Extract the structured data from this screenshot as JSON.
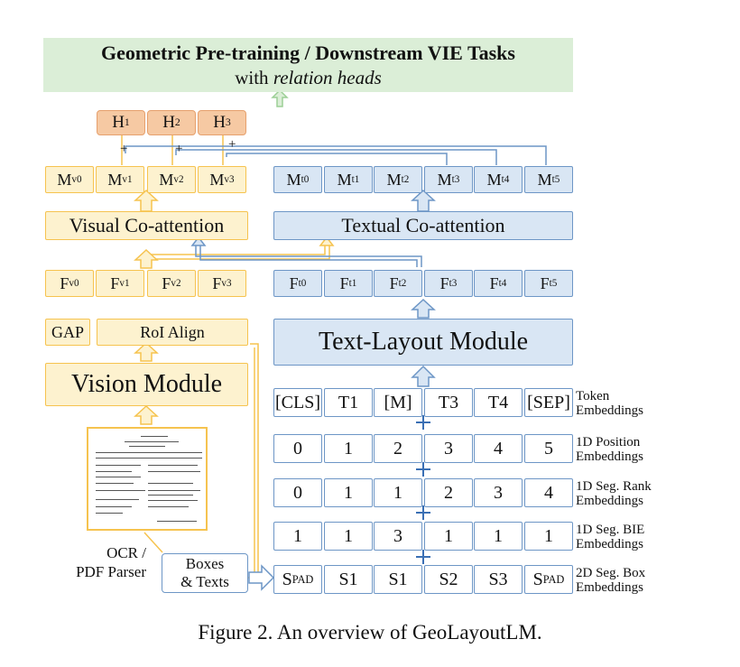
{
  "banner": {
    "title": "Geometric Pre-training / Downstream VIE Tasks",
    "subtitle_prefix": "with",
    "subtitle_italic": "relation heads"
  },
  "heads": [
    {
      "base": "H",
      "sub": "1"
    },
    {
      "base": "H",
      "sub": "2"
    },
    {
      "base": "H",
      "sub": "3"
    }
  ],
  "plus_sign": "+",
  "visual_outputs": [
    {
      "base": "M",
      "sub": "v0"
    },
    {
      "base": "M",
      "sub": "v1"
    },
    {
      "base": "M",
      "sub": "v2"
    },
    {
      "base": "M",
      "sub": "v3"
    }
  ],
  "text_outputs": [
    {
      "base": "M",
      "sub": "t0"
    },
    {
      "base": "M",
      "sub": "t1"
    },
    {
      "base": "M",
      "sub": "t2"
    },
    {
      "base": "M",
      "sub": "t3"
    },
    {
      "base": "M",
      "sub": "t4"
    },
    {
      "base": "M",
      "sub": "t5"
    }
  ],
  "visual_coattention": "Visual Co-attention",
  "textual_coattention": "Textual Co-attention",
  "visual_features": [
    {
      "base": "F",
      "sub": "v0"
    },
    {
      "base": "F",
      "sub": "v1"
    },
    {
      "base": "F",
      "sub": "v2"
    },
    {
      "base": "F",
      "sub": "v3"
    }
  ],
  "text_features": [
    {
      "base": "F",
      "sub": "t0"
    },
    {
      "base": "F",
      "sub": "t1"
    },
    {
      "base": "F",
      "sub": "t2"
    },
    {
      "base": "F",
      "sub": "t3"
    },
    {
      "base": "F",
      "sub": "t4"
    },
    {
      "base": "F",
      "sub": "t5"
    }
  ],
  "gap": "GAP",
  "roi_align": "RoI Align",
  "vision_module": "Vision Module",
  "text_layout_module": "Text-Layout Module",
  "ocr_label": "OCR /\nPDF Parser",
  "boxes_texts": "Boxes\n& Texts",
  "embedding_rows": [
    {
      "label": "Token\nEmbeddings",
      "cells": [
        {
          "base": "[CLS]",
          "sub": ""
        },
        {
          "base": "T1",
          "sub": ""
        },
        {
          "base": "[M]",
          "sub": ""
        },
        {
          "base": "T3",
          "sub": ""
        },
        {
          "base": "T4",
          "sub": ""
        },
        {
          "base": "[SEP]",
          "sub": ""
        }
      ]
    },
    {
      "label": "1D Position\nEmbeddings",
      "cells": [
        {
          "base": "0",
          "sub": ""
        },
        {
          "base": "1",
          "sub": ""
        },
        {
          "base": "2",
          "sub": ""
        },
        {
          "base": "3",
          "sub": ""
        },
        {
          "base": "4",
          "sub": ""
        },
        {
          "base": "5",
          "sub": ""
        }
      ]
    },
    {
      "label": "1D Seg. Rank\nEmbeddings",
      "cells": [
        {
          "base": "0",
          "sub": ""
        },
        {
          "base": "1",
          "sub": ""
        },
        {
          "base": "1",
          "sub": ""
        },
        {
          "base": "2",
          "sub": ""
        },
        {
          "base": "3",
          "sub": ""
        },
        {
          "base": "4",
          "sub": ""
        }
      ]
    },
    {
      "label": "1D Seg. BIE\nEmbeddings",
      "cells": [
        {
          "base": "1",
          "sub": ""
        },
        {
          "base": "1",
          "sub": ""
        },
        {
          "base": "3",
          "sub": ""
        },
        {
          "base": "1",
          "sub": ""
        },
        {
          "base": "1",
          "sub": ""
        },
        {
          "base": "1",
          "sub": ""
        }
      ]
    },
    {
      "label": "2D Seg. Box\nEmbeddings",
      "cells": [
        {
          "base": "S",
          "sub": "PAD"
        },
        {
          "base": "S1",
          "sub": ""
        },
        {
          "base": "S1",
          "sub": ""
        },
        {
          "base": "S2",
          "sub": ""
        },
        {
          "base": "S3",
          "sub": ""
        },
        {
          "base": "S",
          "sub": "PAD"
        }
      ]
    }
  ],
  "caption": "Figure 2. An overview of GeoLayoutLM.",
  "colors": {
    "yellow_fill": "#fdf2cf",
    "yellow_border": "#f6c34f",
    "blue_fill": "#d9e6f4",
    "blue_border": "#6d96c6",
    "orange_fill": "#f6c9a3",
    "green_fill": "#dbeed7"
  }
}
